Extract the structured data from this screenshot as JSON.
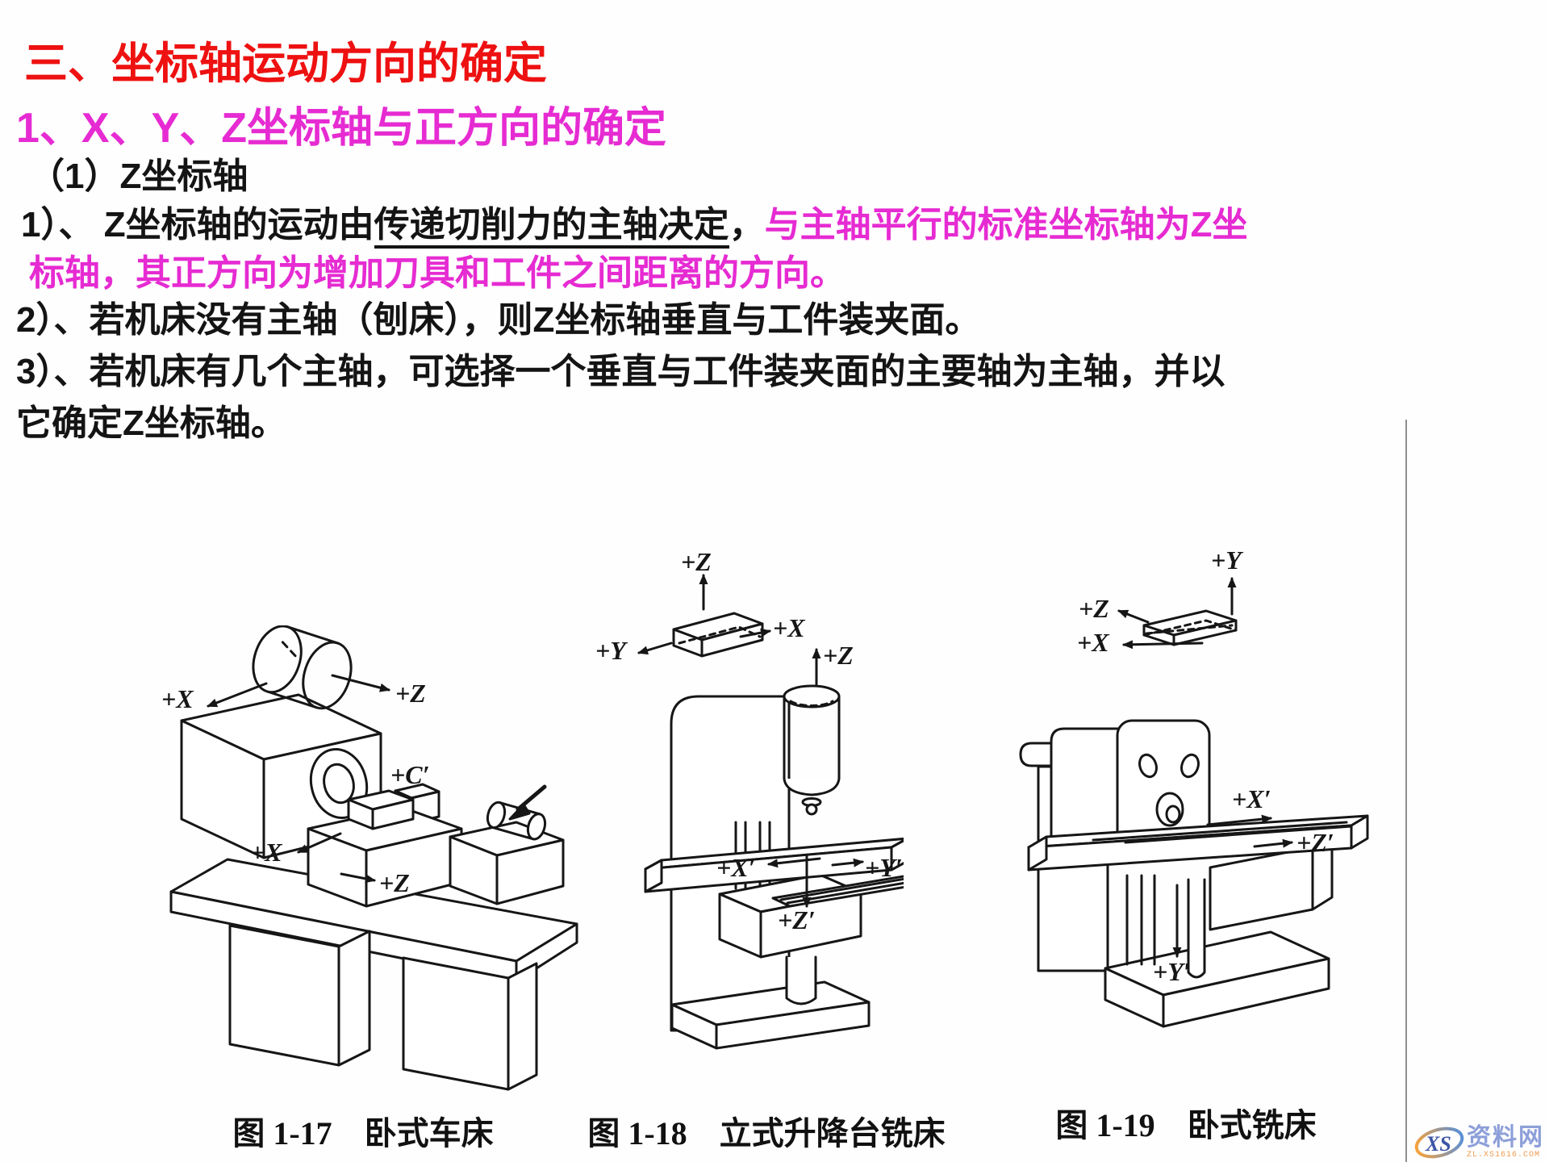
{
  "heading": {
    "title": "三、坐标轴运动方向的确定",
    "subtitle": "1、X、Y、Z坐标轴与正方向的确定"
  },
  "body": {
    "line1": "（1）Z坐标轴",
    "line2_prefix": "1）、 Z坐标轴的运动由",
    "line2_underlined": "传递切削力的主轴决定",
    "line2_comma": "，",
    "line2_magenta": "与主轴平行的标准坐标轴为Z坐",
    "line3_magenta": "标轴，其正方向为增加刀具和工件之间距离的方向。",
    "line4": "2）、若机床没有主轴（刨床），则Z坐标轴垂直与工件装夹面。",
    "line5": "3）、若机床有几个主轴，可选择一个垂直与工件装夹面的主要轴为主轴，并以",
    "line6": "它确定Z坐标轴。"
  },
  "colors": {
    "title_red": "#ee1111",
    "magenta": "#e62bd2",
    "text_black": "#141414"
  },
  "figures": [
    {
      "caption": "图 1-17　卧式车床",
      "labels": {
        "wx": "+X",
        "wz": "+Z",
        "c": "+C′",
        "mx": "+X",
        "mz": "+Z"
      }
    },
    {
      "caption": "图 1-18　立式升降台铣床",
      "labels": {
        "wz": "+Z",
        "wx": "+X",
        "wy": "+Y",
        "sz": "+Z",
        "mx": "+X′",
        "my": "+Y′",
        "mz": "+Z′"
      }
    },
    {
      "caption": "图 1-19　卧式铣床",
      "labels": {
        "wy": "+Y",
        "wz": "+Z",
        "wx": "+X",
        "mx": "+X′",
        "mz": "+Z′",
        "my": "+Y′"
      }
    }
  ],
  "watermark": {
    "logo": "XS",
    "name": "资料网",
    "url": "ZL.XS1616.COM"
  }
}
